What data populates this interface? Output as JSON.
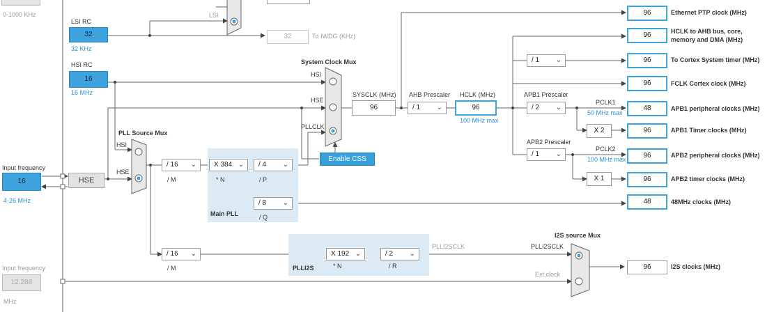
{
  "sources": {
    "hse_range": "0-1000 KHz",
    "lsi_label": "LSI RC",
    "lsi_value": "32",
    "lsi_unit": "32 KHz",
    "hsi_label": "HSI RC",
    "hsi_value": "16",
    "hsi_unit": "16 MHz",
    "input_freq_label": "Input frequency",
    "input_freq_value": "16",
    "input_freq_range": "4-26 MHz",
    "hse_button": "HSE",
    "ext_input_label": "Input frequency",
    "ext_input_value": "12.288",
    "ext_input_unit": "MHz"
  },
  "rtc": {
    "lsi_mux_label": "LSI",
    "iwdg_value": "32",
    "iwdg_label": "To IWDG (KHz)"
  },
  "pll_source_mux": {
    "title": "PLL Source Mux",
    "hsi": "HSI",
    "hse": "HSE"
  },
  "main_pll": {
    "title": "Main PLL",
    "m": "/ 16",
    "m_label": "/ M",
    "n": "X 384",
    "n_label": "* N",
    "p": "/ 4",
    "p_label": "/ P",
    "q": "/ 8",
    "q_label": "/ Q"
  },
  "system_clock_mux": {
    "title": "System Clock Mux",
    "hsi": "HSI",
    "hse": "HSE",
    "pllclk": "PLLCLK",
    "enable_css": "Enable CSS"
  },
  "sysclk": {
    "label": "SYSCLK (MHz)",
    "value": "96"
  },
  "ahb": {
    "label": "AHB Prescaler",
    "value": "/ 1"
  },
  "hclk": {
    "label": "HCLK (MHz)",
    "value": "96",
    "max": "100 MHz max"
  },
  "cortex_div": "/ 1",
  "apb1": {
    "label": "APB1 Prescaler",
    "value": "/ 2",
    "pclk": "PCLK1",
    "max": "50 MHz max",
    "timer_mul": "X 2"
  },
  "apb2": {
    "label": "APB2 Prescaler",
    "value": "/ 1",
    "pclk": "PCLK2",
    "max": "100 MHz max",
    "timer_mul": "X 1"
  },
  "outputs": [
    {
      "value": "96",
      "label": "Ethernet PTP clock (MHz)"
    },
    {
      "value": "96",
      "label": "HCLK to AHB bus, core,",
      "label2": "memory and DMA (MHz)"
    },
    {
      "value": "96",
      "label": "To Cortex System timer (MHz)"
    },
    {
      "value": "96",
      "label": "FCLK Cortex clock (MHz)"
    },
    {
      "value": "48",
      "label": "APB1 peripheral clocks (MHz)"
    },
    {
      "value": "96",
      "label": "APB1 Timer clocks (MHz)"
    },
    {
      "value": "96",
      "label": "APB2 peripheral clocks (MHz)"
    },
    {
      "value": "96",
      "label": "APB2 timer clocks (MHz)"
    },
    {
      "value": "48",
      "label": "48MHz clocks (MHz)"
    }
  ],
  "plli2s": {
    "title": "PLLI2S",
    "m": "/ 16",
    "m_label": "/ M",
    "n": "X 192",
    "n_label": "* N",
    "r": "/ 2",
    "r_label": "/ R",
    "out_label": "PLLI2SCLK"
  },
  "i2s_mux": {
    "title": "I2S source Mux",
    "plli2sclk": "PLLI2SCLK",
    "ext": "Ext.clock"
  },
  "i2s_out": {
    "value": "96",
    "label": "I2S clocks (MHz)"
  },
  "colors": {
    "accent": "#3ea3dc",
    "panel": "#dceaf5",
    "wire": "#555555"
  }
}
